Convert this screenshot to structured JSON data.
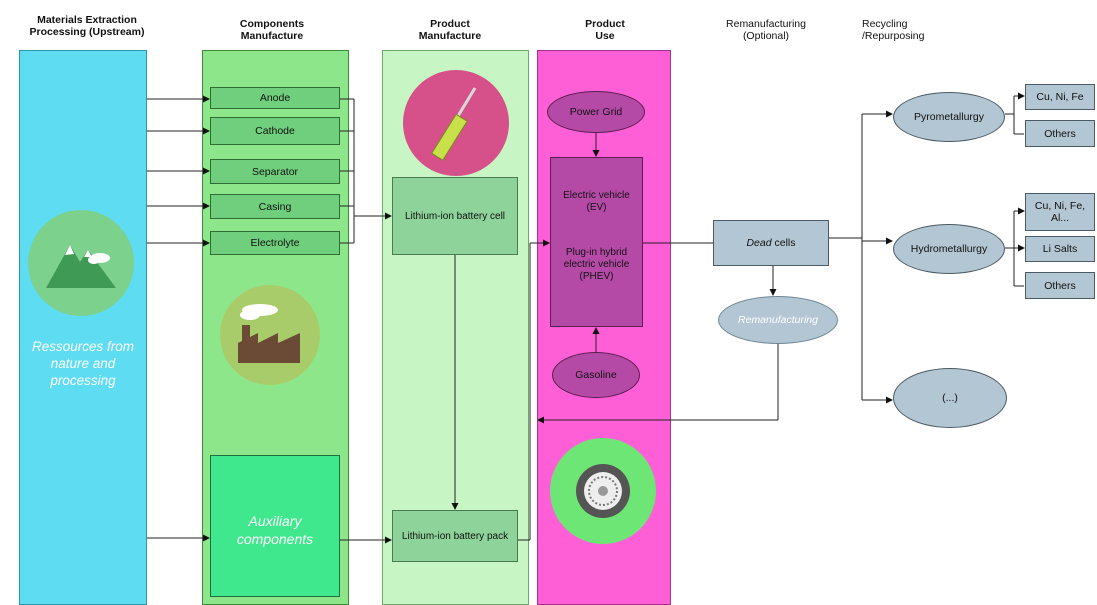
{
  "headers": {
    "materials": "Materials Extraction\nProcessing (Upstream)",
    "components": "Components\nManufacture",
    "product_manufacture": "Product\nManufacture",
    "product_use": "Product\nUse",
    "remanufacturing": "Remanufacturing\n(Optional)",
    "recycling": "Recycling\n/Repurposing"
  },
  "resources_label": "Ressources from nature and processing",
  "components": [
    "Anode",
    "Cathode",
    "Separator",
    "Casing",
    "Electrolyte"
  ],
  "auxiliary_label": "Auxiliary components",
  "battery_cell": "Lithium-ion battery cell",
  "battery_pack": "Lithium-ion battery pack",
  "use": {
    "power_grid": "Power Grid",
    "ev": "Electric vehicle (EV)",
    "phev": "Plug-in hybrid electric vehicle (PHEV)",
    "gasoline": "Gasoline"
  },
  "dead_cells_italic": "Dead",
  "dead_cells_rest": " cells",
  "remanufacturing_node": "Remanufacturing",
  "recycling": {
    "pyro": "Pyrometallurgy",
    "hydro": "Hydrometallurgy",
    "other": "(...)",
    "pyro_out": [
      "Cu, Ni, Fe",
      "Others"
    ],
    "hydro_out": [
      "Cu, Ni, Fe, Al...",
      "Li Salts",
      "Others"
    ]
  },
  "colors": {
    "cyan": "#5ddcf2",
    "green_col": "#8ee68a",
    "light_green": "#c8f5c4",
    "magenta": "#ff5fd6",
    "purple": "#b54aa6",
    "steel": "#b3c6d3"
  }
}
